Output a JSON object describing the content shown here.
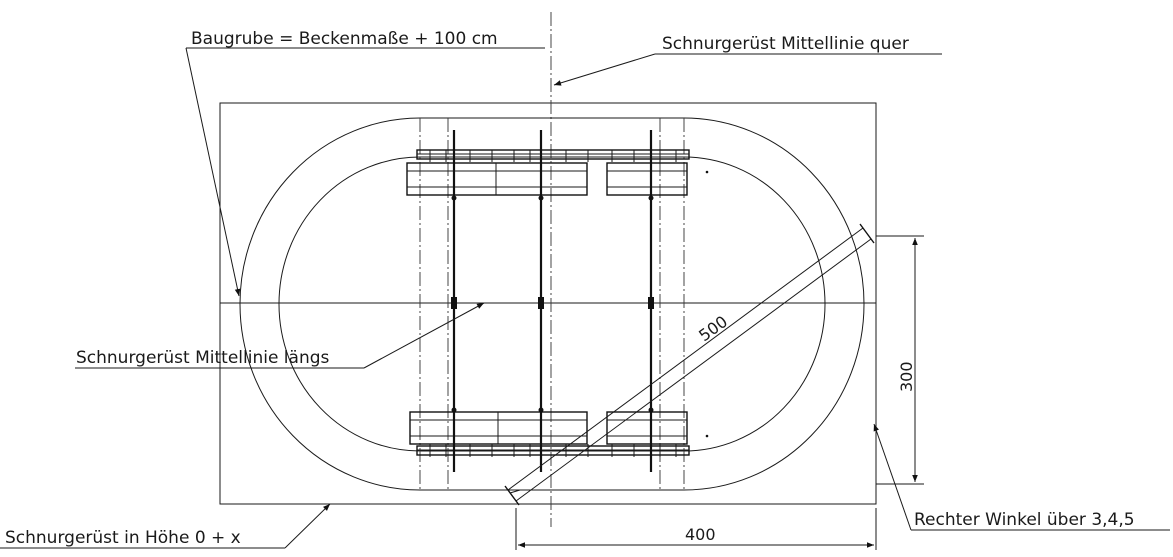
{
  "labels": {
    "baugrube": "Baugrube = Beckenmaße + 100 cm",
    "mittellinie_quer": "Schnurgerüst Mittellinie quer",
    "mittellinie_laengs": "Schnurgerüst Mittellinie längs",
    "hoehe": "Schnurgerüst in Höhe 0 + x",
    "rechter_winkel": "Rechter Winkel über 3,4,5"
  },
  "dimensions": {
    "diagonal": "500",
    "height": "300",
    "width": "400"
  }
}
